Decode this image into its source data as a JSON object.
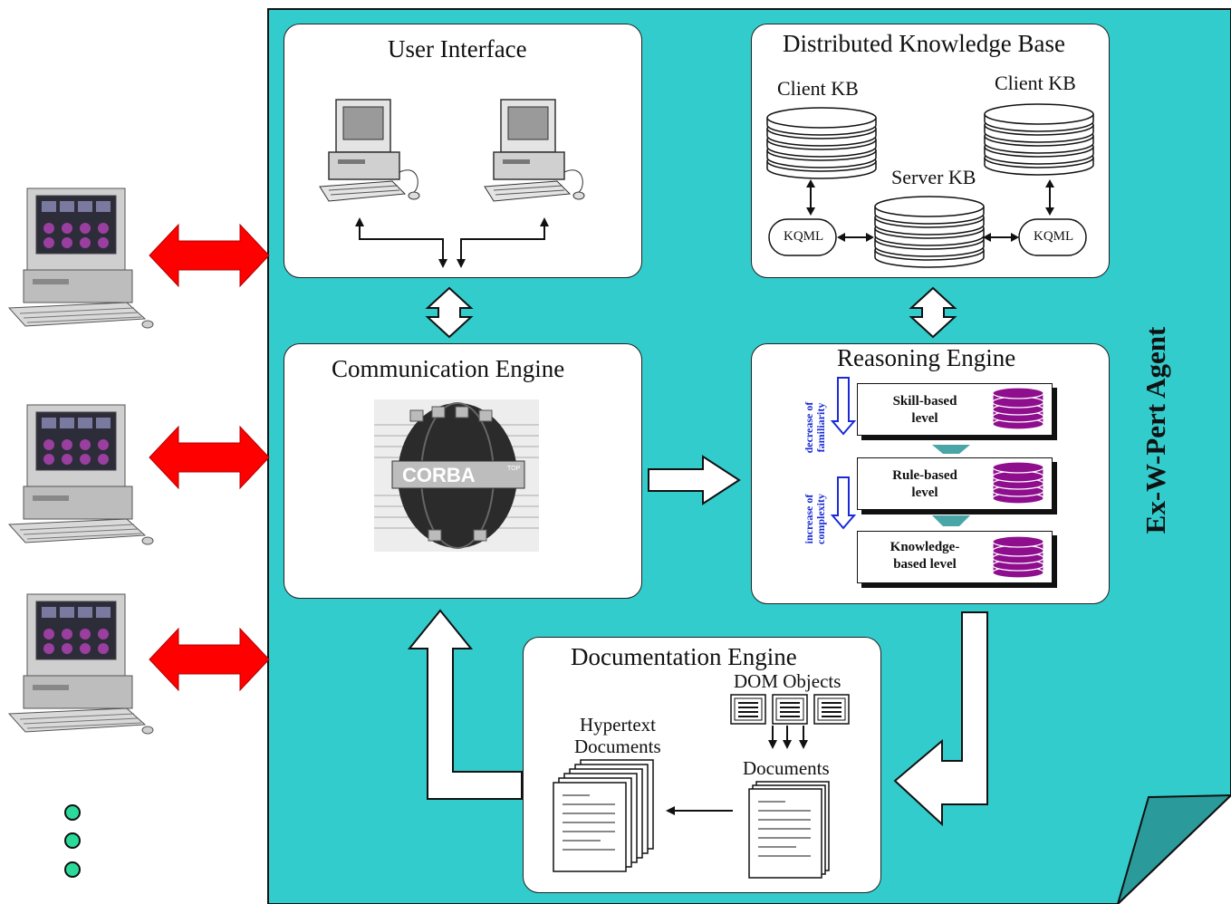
{
  "agent_label": "Ex-W-Pert Agent",
  "user_interface": {
    "title": "User Interface"
  },
  "knowledge_base": {
    "title": "Distributed Knowledge Base",
    "client_left": "Client KB",
    "client_right": "Client KB",
    "server": "Server KB",
    "kqml_left": "KQML",
    "kqml_right": "KQML"
  },
  "communication_engine": {
    "title": "Communication Engine",
    "corba_label": "CORBA",
    "corba_sup": "TOP"
  },
  "reasoning_engine": {
    "title": "Reasoning Engine",
    "levels": [
      {
        "line1": "Skill-based",
        "line2": "level"
      },
      {
        "line1": "Rule-based",
        "line2": "level"
      },
      {
        "line1": "Knowledge-",
        "line2": "based level"
      }
    ],
    "side_top": {
      "line1": "decrease of",
      "line2": "familiarity"
    },
    "side_bottom": {
      "line1": "increase of",
      "line2": "complexity"
    }
  },
  "documentation_engine": {
    "title": "Documentation Engine",
    "dom_objects": "DOM Objects",
    "documents": "Documents",
    "hypertext_line1": "Hypertext",
    "hypertext_line2": "Documents"
  },
  "colors": {
    "panel": "#33cccc",
    "client_arrow": "#ff0000",
    "db_purple": "#8e0e8e",
    "teal_arrow": "#4aa6a6",
    "blue_text": "#1a2bd6"
  }
}
